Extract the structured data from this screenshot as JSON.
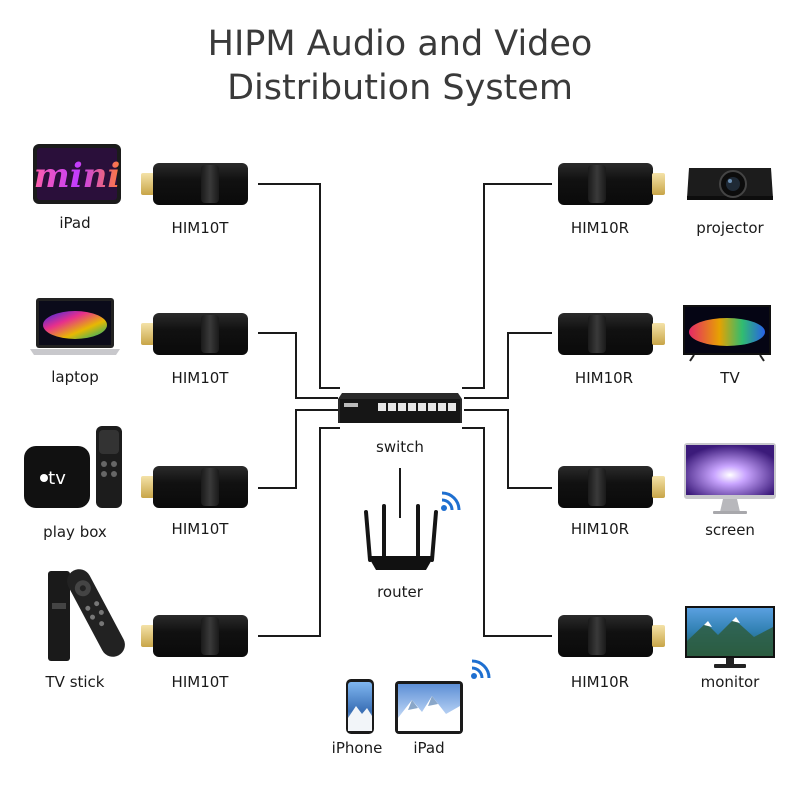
{
  "title": {
    "line1": "HIPM Audio and Video",
    "line2": "Distribution System"
  },
  "sources": [
    {
      "label": "iPad",
      "extender": "HIM10T",
      "icon": "ipad-icon"
    },
    {
      "label": "laptop",
      "extender": "HIM10T",
      "icon": "laptop-icon"
    },
    {
      "label": "play box",
      "extender": "HIM10T",
      "icon": "apple-tv-box-icon"
    },
    {
      "label": "TV stick",
      "extender": "HIM10T",
      "icon": "tv-stick-icon"
    }
  ],
  "displays": [
    {
      "label": "projector",
      "extender": "HIM10R",
      "icon": "projector-icon"
    },
    {
      "label": "TV",
      "extender": "HIM10R",
      "icon": "tv-icon"
    },
    {
      "label": "screen",
      "extender": "HIM10R",
      "icon": "imac-screen-icon"
    },
    {
      "label": "monitor",
      "extender": "HIM10R",
      "icon": "monitor-icon"
    }
  ],
  "hub": {
    "switch_label": "switch",
    "router_label": "router"
  },
  "mobile": [
    {
      "label": "iPhone",
      "icon": "iphone-icon"
    },
    {
      "label": "iPad",
      "icon": "tablet-icon"
    }
  ],
  "apple_tv_text": "tv",
  "colors": {
    "wire": "#1a1a1a",
    "wifi": "#1e6fd0",
    "extender": "#111111",
    "hdmi_plug": "#d9bb63"
  }
}
